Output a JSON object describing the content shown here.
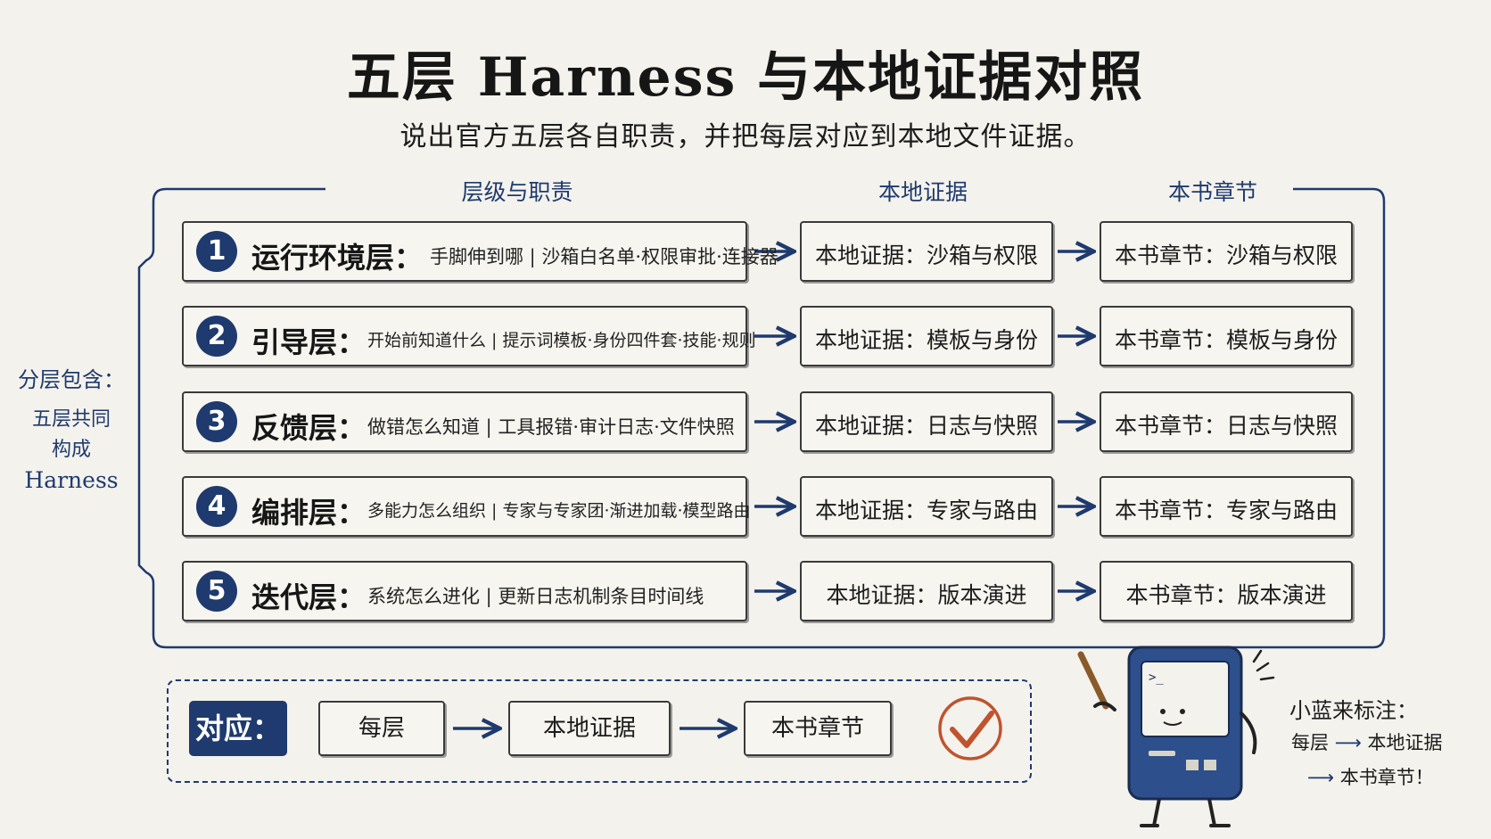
{
  "title": "五层 Harness 与本地证据对照",
  "subtitle": "说出官方五层各自职责，并把每层对应到本地文件证据。",
  "column_headers": {
    "layer": "层级与职责",
    "evidence": "本地证据",
    "chapter": "本书章节"
  },
  "side_label": {
    "line1": "分层包含：",
    "line2": "五层共同",
    "line3": "构成",
    "line4": "Harness"
  },
  "layers": [
    {
      "num": "1",
      "name": "运行环境层：",
      "desc": "手脚伸到哪 | 沙箱白名单·权限审批·连接器",
      "evidence": "本地证据：沙箱与权限",
      "chapter": "本书章节：沙箱与权限"
    },
    {
      "num": "2",
      "name": "引导层：",
      "desc": "开始前知道什么 | 提示词模板·身份四件套·技能·规则",
      "evidence": "本地证据：模板与身份",
      "chapter": "本书章节：模板与身份"
    },
    {
      "num": "3",
      "name": "反馈层：",
      "desc": "做错怎么知道 | 工具报错·审计日志·文件快照",
      "evidence": "本地证据：日志与快照",
      "chapter": "本书章节：日志与快照"
    },
    {
      "num": "4",
      "name": "编排层：",
      "desc": "多能力怎么组织 | 专家与专家团·渐进加载·模型路由",
      "evidence": "本地证据：专家与路由",
      "chapter": "本书章节：专家与路由"
    },
    {
      "num": "5",
      "name": "迭代层：",
      "desc": "系统怎么进化 | 更新日志机制条目时间线",
      "evidence": "本地证据：版本演进",
      "chapter": "本书章节：版本演进"
    }
  ],
  "mapping": {
    "badge": "对应：",
    "step1": "每层",
    "step2": "本地证据",
    "step3": "本书章节"
  },
  "robot_note": {
    "line1": "小蓝来标注：",
    "line2_a": "每层",
    "line2_b": "本地证据",
    "line3": "本书章节！"
  },
  "colors": {
    "accent": "#1e3a6e",
    "check": "#c0532e",
    "background": "#f4f2ec"
  }
}
